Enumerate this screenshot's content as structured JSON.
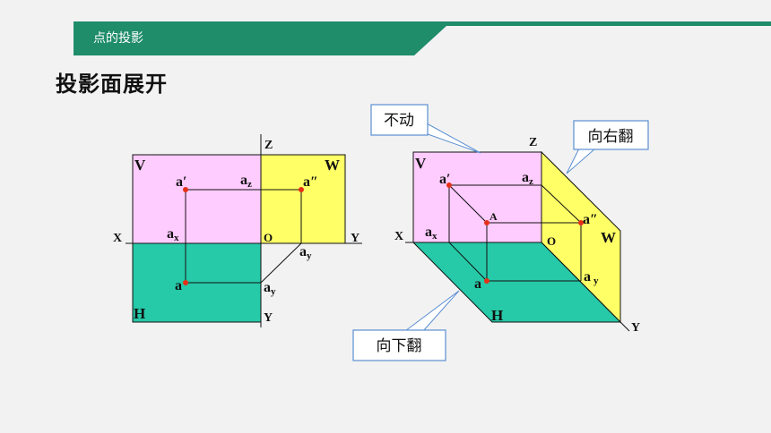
{
  "header": {
    "title": "点的投影",
    "color": "#1f8c6a"
  },
  "page_title": "投影面展开",
  "colors": {
    "v_plane": "#ffccff",
    "w_plane": "#ffff66",
    "h_plane": "#26c9a8",
    "point": "#e63017",
    "callout_border": "#5b8fd1"
  },
  "left_diagram": {
    "v": "V",
    "w": "W",
    "h": "H",
    "x": "X",
    "y_w": "Y",
    "y_h": "Y",
    "z": "Z",
    "o": "O",
    "a_front": "a′",
    "a_side": "a″",
    "a_top": "a",
    "az": "a",
    "az_sub": "z",
    "ax": "a",
    "ax_sub": "x",
    "ay_w": "a",
    "ay_w_sub": "y",
    "ay_h": "a",
    "ay_h_sub": "y"
  },
  "right_diagram": {
    "v": "V",
    "w": "W",
    "h": "H",
    "x": "X",
    "y": "Y",
    "z": "Z",
    "o": "O",
    "a_front": "a′",
    "a_side": "a″",
    "a_top": "a",
    "a_space": "A",
    "az": "a",
    "az_sub": "z",
    "ax": "a",
    "ax_sub": "x",
    "ay": "a",
    "ay_sub": "y"
  },
  "callouts": {
    "fixed": "不动",
    "right_flip": "向右翻",
    "down_flip": "向下翻"
  }
}
